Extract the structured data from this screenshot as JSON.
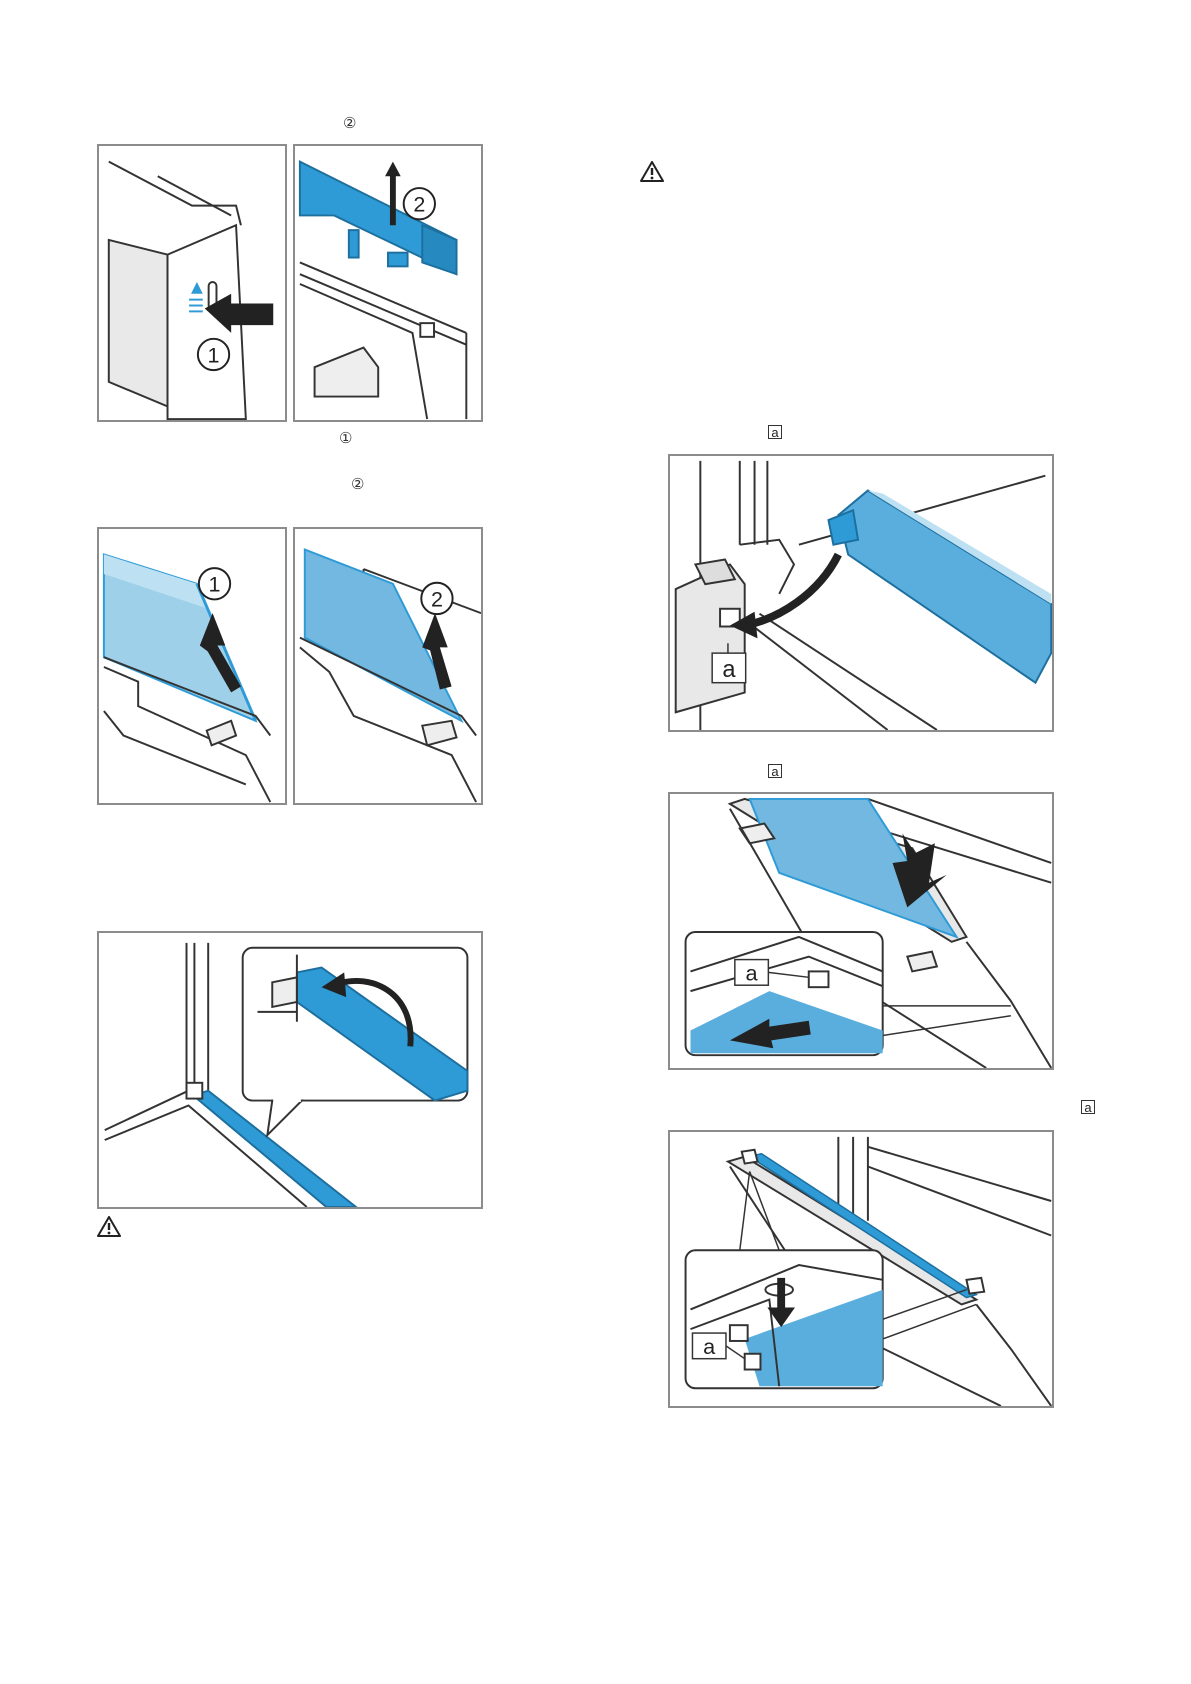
{
  "callouts": {
    "top_step_2": "②",
    "mid_step_1": "①",
    "mid_step_2": "②",
    "right_a_1": "a",
    "right_a_2": "a",
    "right_a_3": "a"
  },
  "figure_labels": {
    "num_1": "1",
    "num_2": "2",
    "letter_a": "a"
  },
  "icons": {
    "warning_top": "warning-triangle-icon",
    "warning_bottom": "warning-triangle-icon"
  },
  "colors": {
    "accent_blue": "#2e9bd6",
    "light_blue": "#9fd0ea",
    "frame_gray": "#8c8c8c"
  }
}
